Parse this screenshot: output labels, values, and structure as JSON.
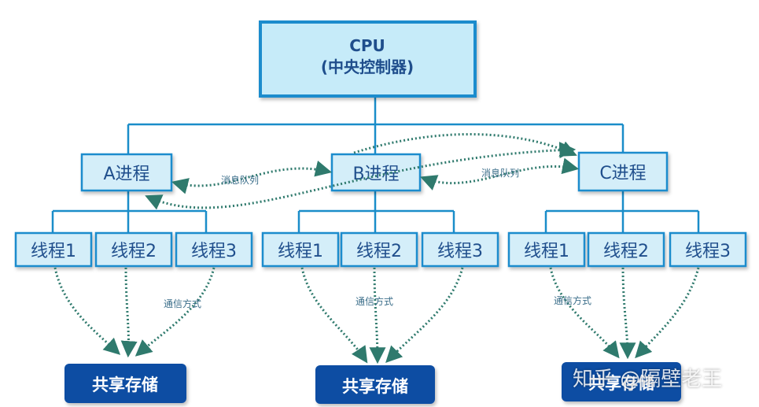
{
  "cpu": {
    "line1": "CPU",
    "line2": "(中央控制器)"
  },
  "processes": [
    {
      "label": "A进程",
      "threads": [
        "线程1",
        "线程2",
        "线程3"
      ],
      "note": "通信方式",
      "storage": "共享存储"
    },
    {
      "label": "B进程",
      "threads": [
        "线程1",
        "线程2",
        "线程3"
      ],
      "note": "通信方式",
      "storage": "共享存储"
    },
    {
      "label": "C进程",
      "threads": [
        "线程1",
        "线程2",
        "线程3"
      ],
      "note": "通信方式",
      "storage": "共享存储"
    }
  ],
  "message_queue_labels": [
    "消息队列",
    "消息队列"
  ],
  "watermark": "知乎 @隔壁老王",
  "colors": {
    "box_fill": "#d4eef9",
    "box_stroke": "#1d8ccd",
    "cpu_fill": "#c6ebf9",
    "line": "#1a8dc9",
    "text": "#1f4e8c",
    "storage_fill": "#0e4ea3",
    "arrow": "#2f7a6d"
  }
}
